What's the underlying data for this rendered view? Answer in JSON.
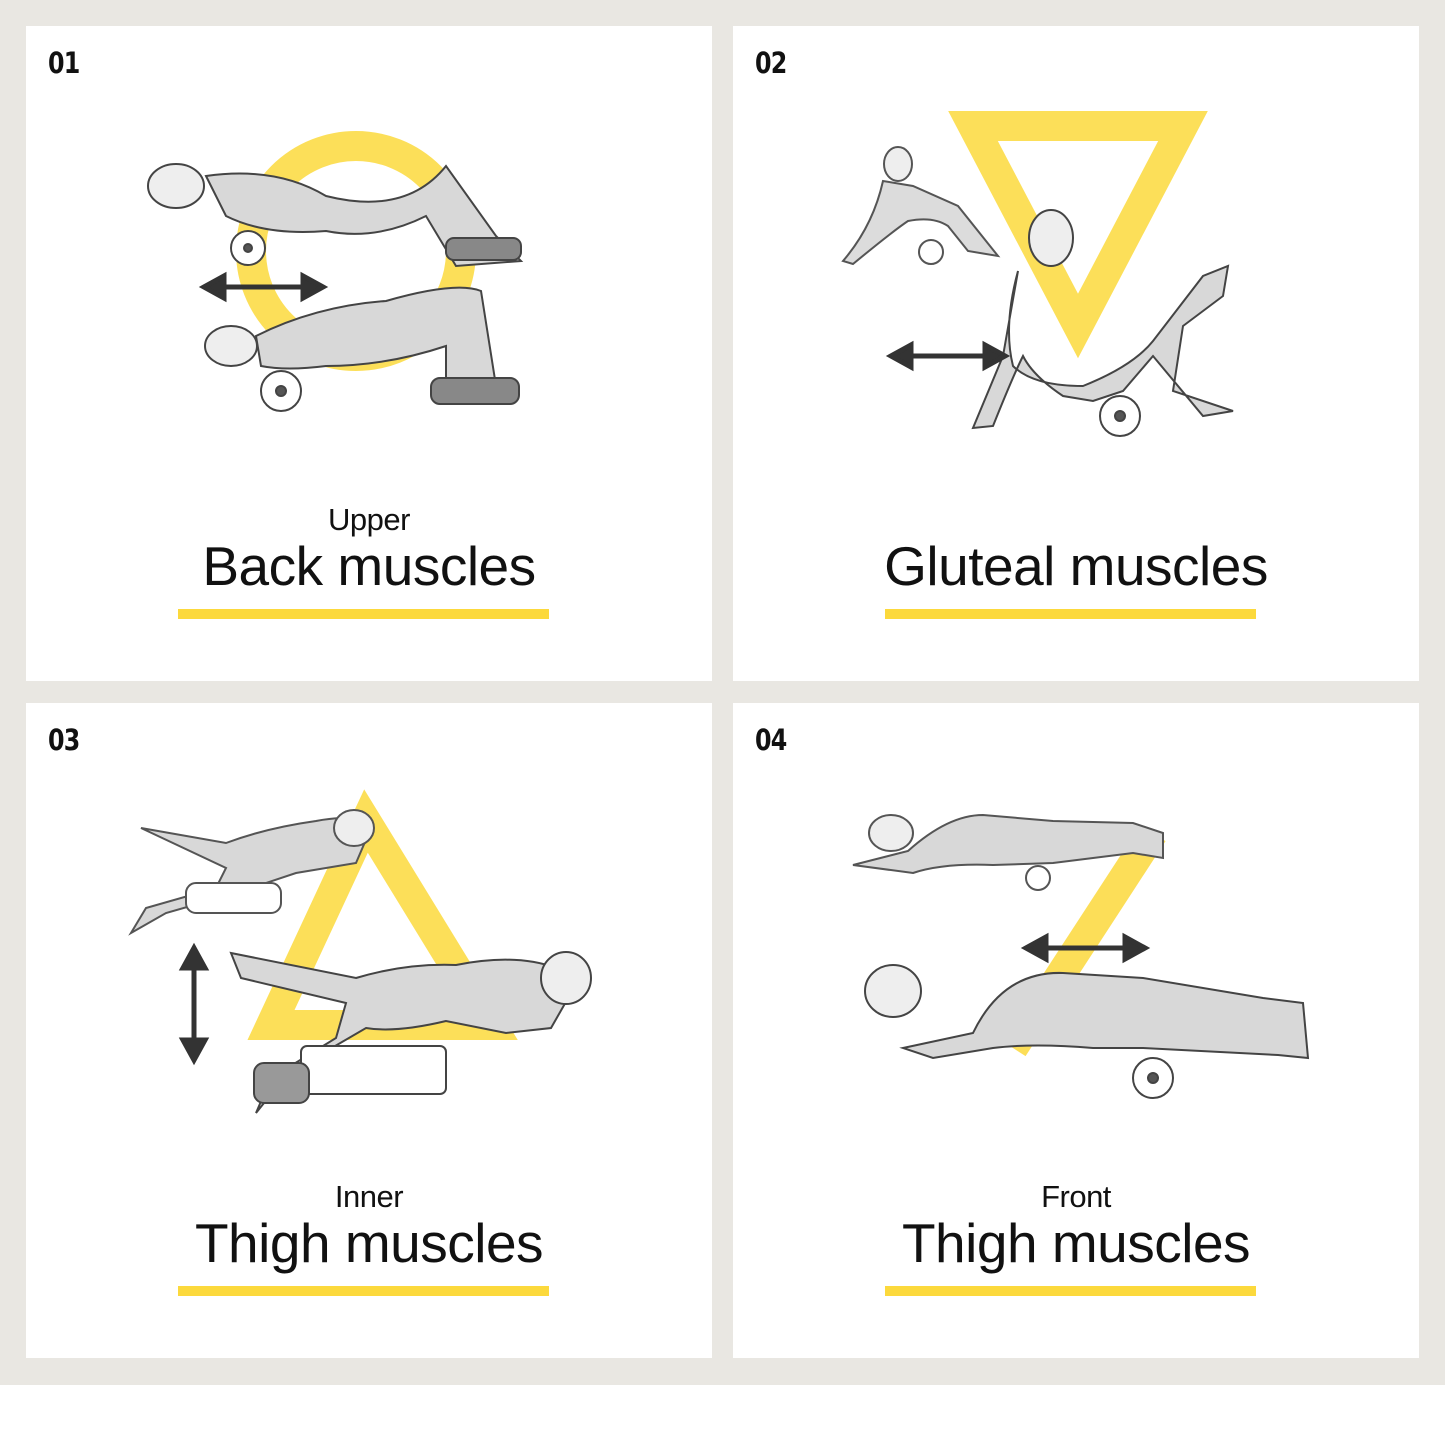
{
  "colors": {
    "accent": "#fcd93c",
    "frame": "#e9e7e2",
    "text": "#111111"
  },
  "panels": [
    {
      "number": "01",
      "subtitle": "Upper",
      "title": "Back muscles",
      "shape_icon": "circle-icon",
      "arrow_icon": "horizontal-double-arrow-icon"
    },
    {
      "number": "02",
      "subtitle": "",
      "title": "Gluteal muscles",
      "shape_icon": "inverted-triangle-icon",
      "arrow_icon": "horizontal-double-arrow-icon"
    },
    {
      "number": "03",
      "subtitle": "Inner",
      "title": "Thigh muscles",
      "shape_icon": "triangle-icon",
      "arrow_icon": "vertical-double-arrow-icon"
    },
    {
      "number": "04",
      "subtitle": "Front",
      "title": "Thigh muscles",
      "shape_icon": "slash-icon",
      "arrow_icon": "horizontal-double-arrow-icon"
    }
  ]
}
